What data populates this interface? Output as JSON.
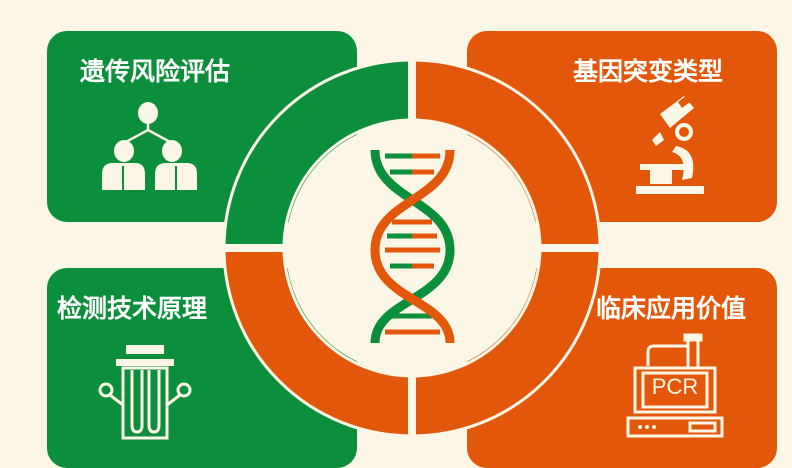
{
  "colors": {
    "green": "#0b8f3b",
    "orange": "#e3570b",
    "background": "#fbf6e6"
  },
  "quadrants": [
    {
      "title": "遗传风险评估",
      "icon": "family-tree-icon"
    },
    {
      "title": "基因突变类型",
      "icon": "microscope-icon"
    },
    {
      "title": "检测技术原理",
      "icon": "test-tubes-icon"
    },
    {
      "title": "临床应用价值",
      "icon": "pcr-machine-icon"
    }
  ],
  "center_icon": "dna-helix-icon",
  "pcr_label": "PCR"
}
